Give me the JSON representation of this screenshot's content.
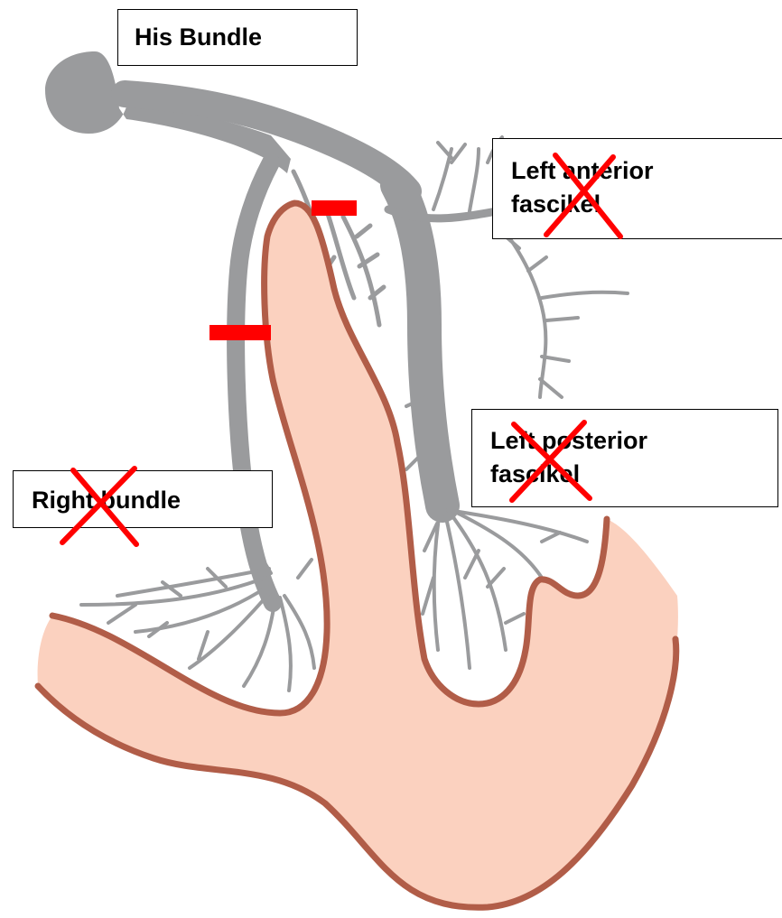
{
  "labels": {
    "his_bundle": "His Bundle",
    "left_anterior_line1": "Left anterior",
    "left_anterior_line2": "fascikel",
    "left_posterior_line1": "Left posterior",
    "left_posterior_line2": "fascikel",
    "right_bundle": "Right bundle"
  },
  "blocked": [
    "Left anterior fascikel",
    "Left posterior fascikel",
    "Right bundle"
  ],
  "colors": {
    "conduction_system": "#9a9b9d",
    "myocardium_fill": "#fbd1bf",
    "myocardium_outline": "#b15d48",
    "block_mark": "#ff0000",
    "label_border": "#000000"
  }
}
